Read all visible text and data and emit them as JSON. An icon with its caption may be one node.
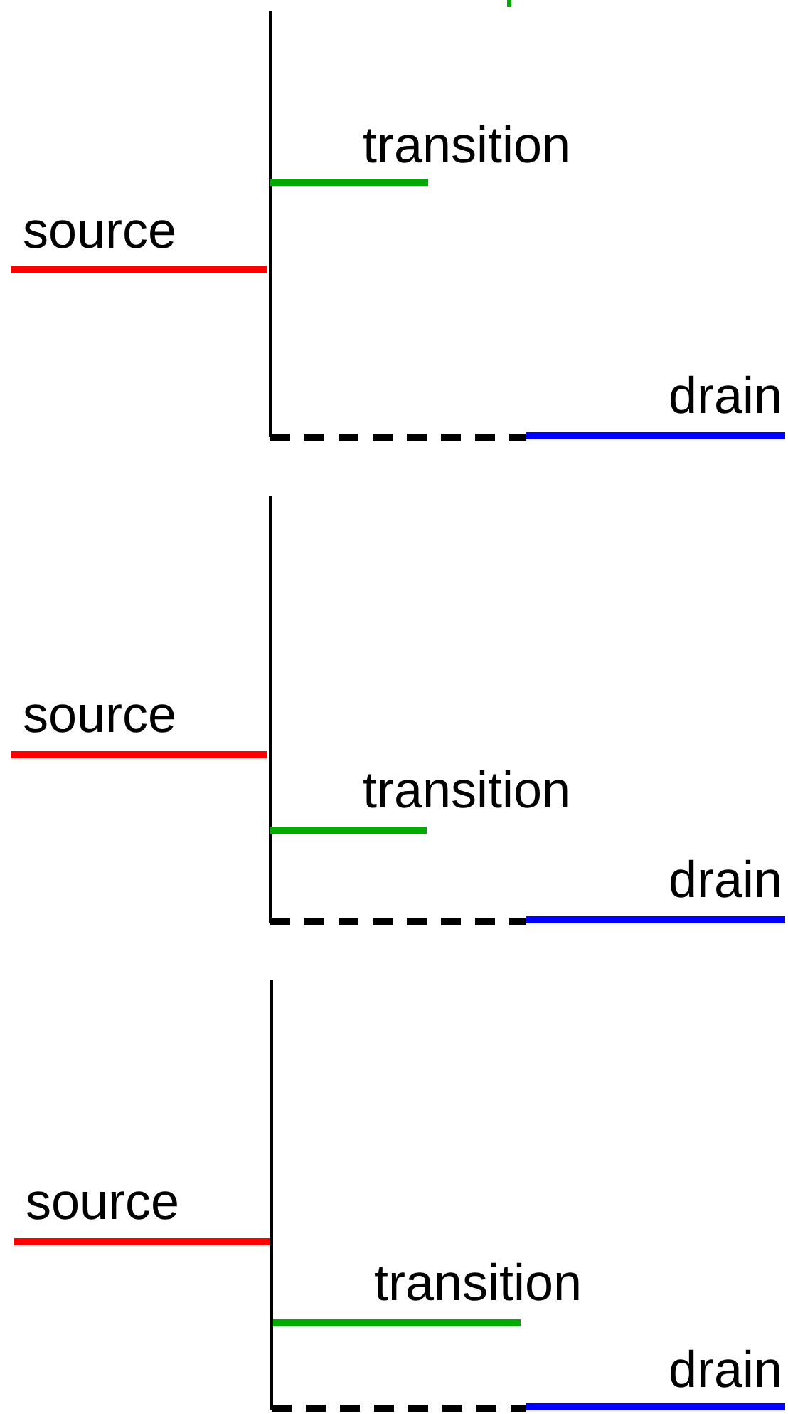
{
  "diagram": {
    "labels": [
      "transition",
      "source",
      "drain",
      "source",
      "transition",
      "drain",
      "source",
      "transition",
      "drain"
    ]
  }
}
